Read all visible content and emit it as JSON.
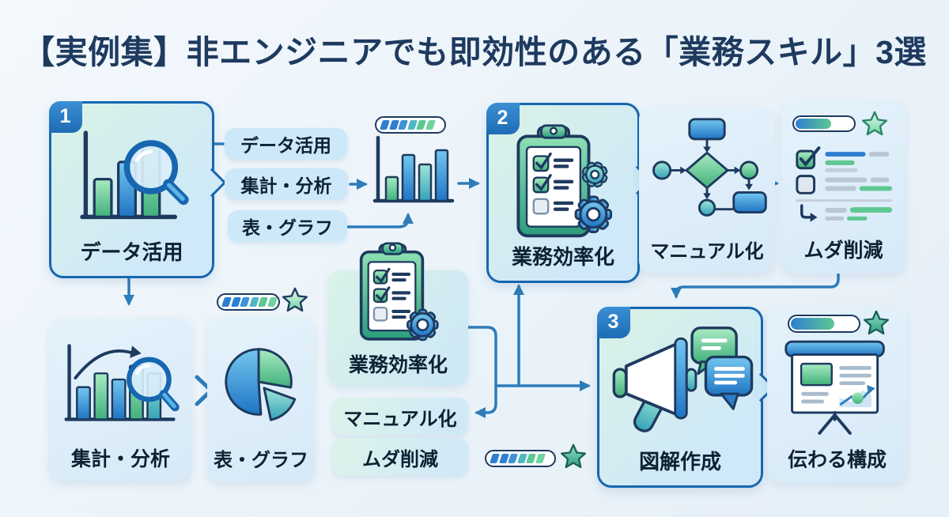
{
  "title": "【実例集】非エンジニアでも即効性のある「業務スキル」3選",
  "cards": {
    "c1": {
      "badge": "1",
      "label": "データ活用"
    },
    "c2": {
      "badge": "2",
      "label": "業務効率化"
    },
    "c3": {
      "badge": "3",
      "label": "図解作成"
    }
  },
  "tags": {
    "t1": "データ活用",
    "t2": "集計・分析",
    "t3": "表・グラフ"
  },
  "panels": {
    "manualization_top": "マニュアル化",
    "waste_top": "ムダ削減",
    "aggregation": "集計・分析",
    "tables_graphs": "表・グラフ",
    "efficiency_center": "業務効率化",
    "manualization_center": "マニュアル化",
    "waste_center": "ムダ削減",
    "structure": "伝わる構成"
  },
  "icons": {
    "card1": "bar-chart-magnifier-icon",
    "mid": "mini-bar-chart-icon",
    "card2": "checklist-gears-icon",
    "flow": "flowchart-icon",
    "waste": "checklist-report-icon",
    "aggregation": "trend-bars-magnifier-icon",
    "pie": "pie-chart-icon",
    "center": "clipboard-gear-icon",
    "card3": "megaphone-chat-icon",
    "structure": "presentation-board-icon",
    "progress": "progress-gauge-icon",
    "star": "star-icon"
  },
  "colors": {
    "title": "#1e3a5f",
    "card_border": "#1766b0",
    "arrow": "#2d7cba",
    "accent_blue": "#2e7fd0",
    "accent_green": "#5ec893",
    "pill_bg": "#cde8f8",
    "background": "#edf4fa"
  }
}
